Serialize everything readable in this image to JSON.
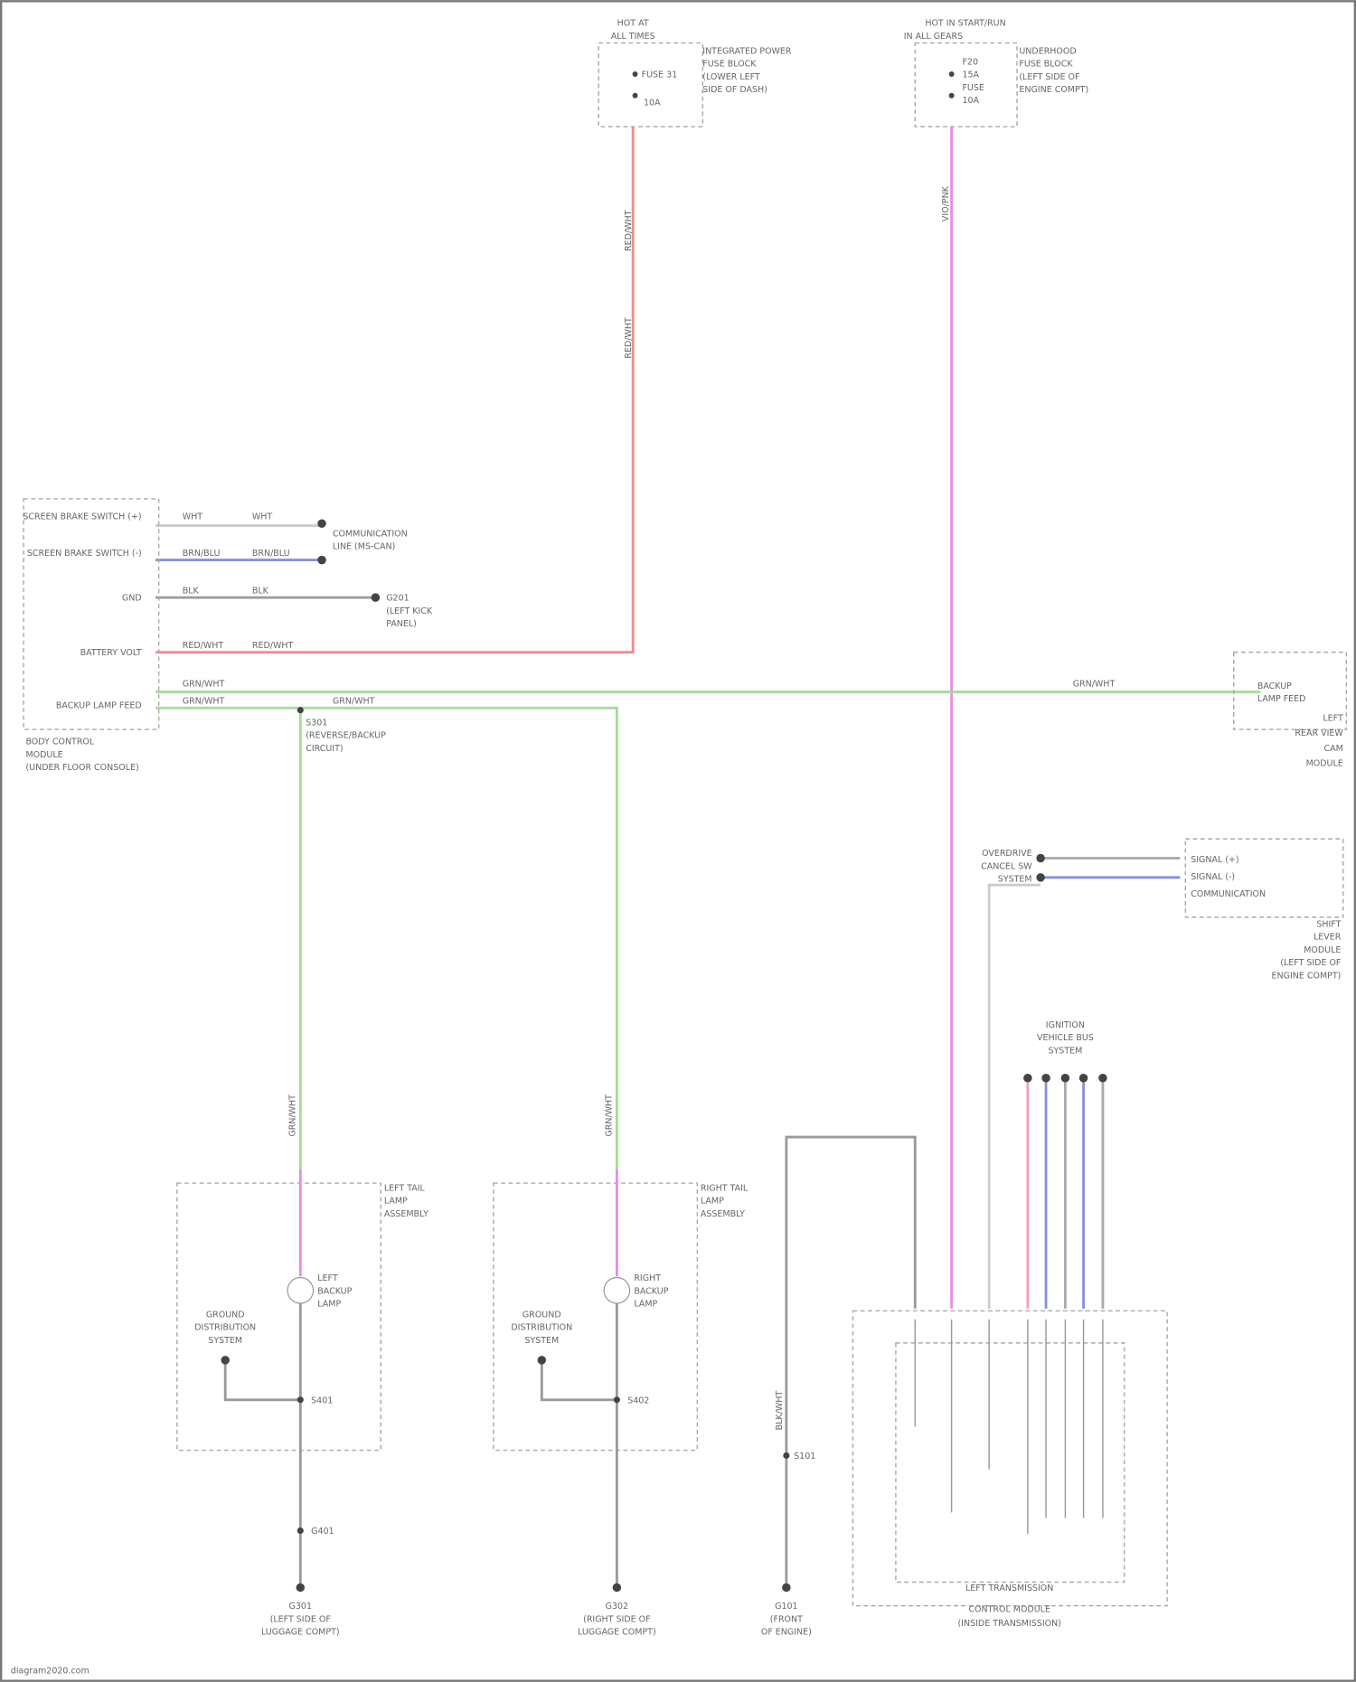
{
  "colors": {
    "red": "#f28b8b",
    "pink": "#e58ce8",
    "green": "#a6dc9a",
    "blue": "#8a8fe0",
    "gray": "#9a9a9a"
  },
  "fuse1": {
    "title1": "HOT AT",
    "title2": "ALL TIMES",
    "fuse": "FUSE 31",
    "amps": "10A",
    "desc": [
      "INTEGRATED POWER",
      "FUSE BLOCK",
      "(LOWER LEFT",
      "SIDE OF DASH)"
    ]
  },
  "fuse2": {
    "title1": "HOT IN START/RUN",
    "title2": "IN ALL GEARS",
    "fuse": [
      "F20",
      "15A",
      "FUSE",
      "10A"
    ],
    "desc": [
      "UNDERHOOD",
      "FUSE BLOCK",
      "(LEFT SIDE OF",
      "ENGINE COMPT)"
    ]
  },
  "bcm": {
    "pins": [
      "SCREEN BRAKE SWITCH (+)",
      "SCREEN BRAKE SWITCH (-)",
      "GND",
      "BATTERY VOLT",
      "BACKUP LAMP FEED"
    ],
    "title": [
      "BODY CONTROL",
      "MODULE",
      "(UNDER FLOOR CONSOLE)"
    ]
  },
  "wire_labels": {
    "w1": "WHT",
    "w2": "BRN/BLU",
    "w3": "BLK",
    "w4": "RED/WHT",
    "w5": "GRN/WHT",
    "w6": "GRN/WHT",
    "w7": "GRN/WHT",
    "red_v": "RED/WHT",
    "pink_v": "VIO/PNK",
    "g_left": "GRN/WHT",
    "g_right": "GRN/WHT",
    "gray_v": "BLK/WHT"
  },
  "labels": {
    "lin": [
      "COMMUNICATION",
      "LINE (MS-CAN)"
    ],
    "gnd_g": [
      "G201",
      "(LEFT KICK",
      "PANEL)"
    ],
    "splice": [
      "S301",
      "(REVERSE/BACKUP",
      "CIRCUIT)"
    ]
  },
  "rear": {
    "pin": [
      "BACKUP",
      "LAMP FEED"
    ],
    "desc": [
      "LEFT",
      "REAR VIEW",
      "CAM",
      "MODULE"
    ]
  },
  "selector": {
    "left": [
      "OVERDRIVE",
      "CANCEL SW",
      "SYSTEM"
    ],
    "pins": [
      "SIGNAL (+)",
      "SIGNAL (-)",
      "COMMUNICATION"
    ],
    "desc": [
      "SHIFT",
      "LEVER",
      "MODULE",
      "(LEFT SIDE OF",
      "ENGINE COMPT)"
    ]
  },
  "lamps": {
    "left": {
      "box": [
        "LEFT TAIL",
        "LAMP",
        "ASSEMBLY"
      ],
      "lamp": [
        "LEFT",
        "BACKUP",
        "LAMP"
      ],
      "gnd": [
        "GROUND",
        "DISTRIBUTION",
        "SYSTEM"
      ],
      "s": "S401",
      "g": "G401",
      "foot": [
        "G301",
        "(LEFT SIDE OF",
        "LUGGAGE COMPT)"
      ]
    },
    "right": {
      "box": [
        "RIGHT TAIL",
        "LAMP",
        "ASSEMBLY"
      ],
      "lamp": [
        "RIGHT",
        "BACKUP",
        "LAMP"
      ],
      "gnd": [
        "GROUND",
        "DISTRIBUTION",
        "SYSTEM"
      ],
      "s": "S402",
      "foot": [
        "G302",
        "(RIGHT SIDE OF",
        "LUGGAGE COMPT)"
      ]
    }
  },
  "tcm": {
    "top": [
      "IGNITION",
      "VEHICLE BUS",
      "SYSTEM"
    ],
    "ground": [
      "G101",
      "(FRONT",
      "OF ENGINE)"
    ],
    "splice": "S101",
    "title": [
      "LEFT TRANSMISSION",
      "CONTROL MODULE",
      "(INSIDE TRANSMISSION)"
    ]
  },
  "footer": "diagram2020.com"
}
